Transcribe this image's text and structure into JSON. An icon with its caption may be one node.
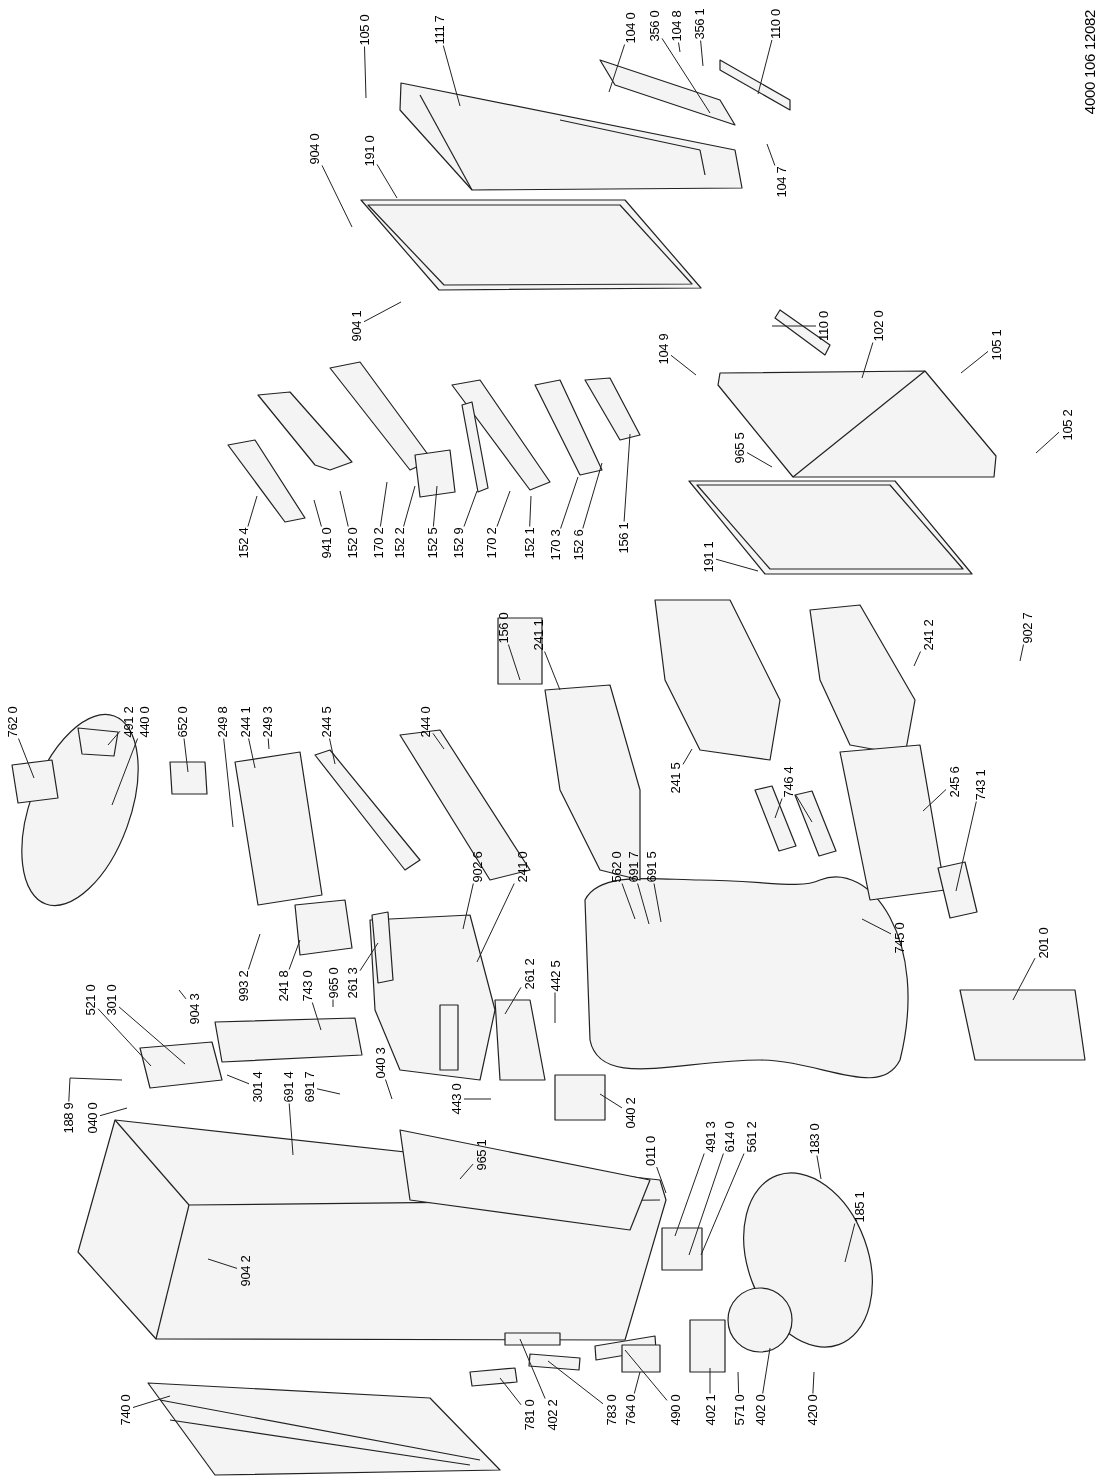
{
  "diagram": {
    "nodes": [
      {
        "text": [
          "105 0"
        ]
      },
      {
        "text": [
          "111 7"
        ]
      },
      {
        "text": [
          "104 0"
        ]
      },
      {
        "text": [
          "356 0"
        ]
      },
      {
        "text": [
          "104 8"
        ]
      },
      {
        "text": [
          "356 1"
        ]
      },
      {
        "text": [
          "110 0"
        ]
      },
      {
        "text": [
          "104 7"
        ]
      },
      {
        "text": [
          "904 0"
        ]
      },
      {
        "text": [
          "191 0"
        ]
      },
      {
        "text": [
          "904 1"
        ]
      },
      {
        "text": [
          "110 0"
        ]
      },
      {
        "text": [
          "102 0"
        ]
      },
      {
        "text": [
          "104 9"
        ]
      },
      {
        "text": [
          "105 1"
        ]
      },
      {
        "text": [
          "965 5"
        ]
      },
      {
        "text": [
          "105 2"
        ]
      },
      {
        "text": [
          "152 4"
        ]
      },
      {
        "text": [
          "941 0"
        ]
      },
      {
        "text": [
          "152 0"
        ]
      },
      {
        "text": [
          "170 2"
        ]
      },
      {
        "text": [
          "152 2"
        ]
      },
      {
        "text": [
          "152 5"
        ]
      },
      {
        "text": [
          "152 9"
        ]
      },
      {
        "text": [
          "170 2"
        ]
      },
      {
        "text": [
          "152 1"
        ]
      },
      {
        "text": [
          "170 3"
        ]
      },
      {
        "text": [
          "152 6"
        ]
      },
      {
        "text": [
          "156 1"
        ]
      },
      {
        "text": [
          "191 1"
        ]
      },
      {
        "text": [
          "762 0"
        ]
      },
      {
        "text": [
          "491 2"
        ]
      },
      {
        "text": [
          "440 0"
        ]
      },
      {
        "text": [
          "652 0"
        ]
      },
      {
        "text": [
          "249 8"
        ]
      },
      {
        "text": [
          "244 1"
        ]
      },
      {
        "text": [
          "249 3"
        ]
      },
      {
        "text": [
          "244 5"
        ]
      },
      {
        "text": [
          "244 0"
        ]
      },
      {
        "text": [
          "156 0"
        ]
      },
      {
        "text": [
          "241 1"
        ]
      },
      {
        "text": [
          "241 2"
        ]
      },
      {
        "text": [
          "902 7"
        ]
      },
      {
        "text": [
          "241 5"
        ]
      },
      {
        "text": [
          "746 4"
        ]
      },
      {
        "text": [
          "245 6"
        ]
      },
      {
        "text": [
          "743 1"
        ]
      },
      {
        "text": [
          "902 6"
        ]
      },
      {
        "text": [
          "241 0"
        ]
      },
      {
        "text": [
          "562 0"
        ]
      },
      {
        "text": [
          "691 7"
        ]
      },
      {
        "text": [
          "691 5"
        ]
      },
      {
        "text": [
          "745 0"
        ]
      },
      {
        "text": [
          "201 0"
        ]
      },
      {
        "text": [
          "442 5"
        ]
      },
      {
        "text": [
          "993 2"
        ]
      },
      {
        "text": [
          "241 8"
        ]
      },
      {
        "text": [
          "743 0"
        ]
      },
      {
        "text": [
          "965 0"
        ]
      },
      {
        "text": [
          "261 3"
        ]
      },
      {
        "text": [
          "261 2"
        ]
      },
      {
        "text": [
          "521 0"
        ]
      },
      {
        "text": [
          "301 0"
        ]
      },
      {
        "text": [
          "904 3"
        ]
      },
      {
        "text": [
          "301 4"
        ]
      },
      {
        "text": [
          "691 4"
        ]
      },
      {
        "text": [
          "691 7"
        ]
      },
      {
        "text": [
          "040 3"
        ]
      },
      {
        "text": [
          "443 0"
        ]
      },
      {
        "text": [
          "188 9"
        ]
      },
      {
        "text": [
          "040 0"
        ]
      },
      {
        "text": [
          "040 2"
        ]
      },
      {
        "text": [
          "011 0"
        ]
      },
      {
        "text": [
          "491 3"
        ]
      },
      {
        "text": [
          "614 0"
        ]
      },
      {
        "text": [
          "561 2"
        ]
      },
      {
        "text": [
          "183 0"
        ]
      },
      {
        "text": [
          "965 1"
        ]
      },
      {
        "text": [
          "185 1"
        ]
      },
      {
        "text": [
          "904 2"
        ]
      },
      {
        "text": [
          "740 0"
        ]
      },
      {
        "text": [
          "781 0"
        ]
      },
      {
        "text": [
          "402 2"
        ]
      },
      {
        "text": [
          "783 0"
        ]
      },
      {
        "text": [
          "764 0"
        ]
      },
      {
        "text": [
          "490 0"
        ]
      },
      {
        "text": [
          "402 1"
        ]
      },
      {
        "text": [
          "571 0"
        ]
      },
      {
        "text": [
          "402 0"
        ]
      },
      {
        "text": [
          "420 0"
        ]
      }
    ],
    "edges": [
      {
        "from": 0,
        "to": null,
        "arrow": "none"
      },
      {
        "from": 1,
        "to": null,
        "arrow": "none"
      },
      {
        "from": 2,
        "to": null,
        "arrow": "none"
      },
      {
        "from": 3,
        "to": null,
        "arrow": "none"
      },
      {
        "from": 4,
        "to": null,
        "arrow": "none"
      },
      {
        "from": 5,
        "to": null,
        "arrow": "none"
      },
      {
        "from": 6,
        "to": null,
        "arrow": "none"
      },
      {
        "from": 7,
        "to": null,
        "arrow": "none"
      },
      {
        "from": 8,
        "to": null,
        "arrow": "none"
      },
      {
        "from": 9,
        "to": null,
        "arrow": "none"
      },
      {
        "from": 10,
        "to": null,
        "arrow": "none"
      },
      {
        "from": 11,
        "to": null,
        "arrow": "none"
      },
      {
        "from": 12,
        "to": null,
        "arrow": "none"
      },
      {
        "from": 13,
        "to": null,
        "arrow": "none"
      },
      {
        "from": 14,
        "to": null,
        "arrow": "none"
      },
      {
        "from": 15,
        "to": null,
        "arrow": "none"
      },
      {
        "from": 16,
        "to": null,
        "arrow": "none"
      },
      {
        "from": 17,
        "to": null,
        "arrow": "none"
      },
      {
        "from": 18,
        "to": null,
        "arrow": "none"
      },
      {
        "from": 19,
        "to": null,
        "arrow": "none"
      },
      {
        "from": 20,
        "to": null,
        "arrow": "none"
      },
      {
        "from": 21,
        "to": null,
        "arrow": "none"
      },
      {
        "from": 22,
        "to": null,
        "arrow": "none"
      },
      {
        "from": 23,
        "to": null,
        "arrow": "none"
      },
      {
        "from": 24,
        "to": null,
        "arrow": "none"
      },
      {
        "from": 25,
        "to": null,
        "arrow": "none"
      },
      {
        "from": 26,
        "to": null,
        "arrow": "none"
      },
      {
        "from": 27,
        "to": null,
        "arrow": "none"
      },
      {
        "from": 28,
        "to": null,
        "arrow": "none"
      },
      {
        "from": 29,
        "to": null,
        "arrow": "none"
      },
      {
        "from": 30,
        "to": null,
        "arrow": "none"
      },
      {
        "from": 31,
        "to": null,
        "arrow": "none"
      },
      {
        "from": 32,
        "to": null,
        "arrow": "none"
      },
      {
        "from": 33,
        "to": null,
        "arrow": "none"
      },
      {
        "from": 34,
        "to": null,
        "arrow": "none"
      },
      {
        "from": 35,
        "to": null,
        "arrow": "none"
      },
      {
        "from": 36,
        "to": null,
        "arrow": "none"
      },
      {
        "from": 37,
        "to": null,
        "arrow": "none"
      },
      {
        "from": 38,
        "to": null,
        "arrow": "none"
      },
      {
        "from": 39,
        "to": null,
        "arrow": "none"
      },
      {
        "from": 40,
        "to": null,
        "arrow": "none"
      },
      {
        "from": 41,
        "to": null,
        "arrow": "none"
      },
      {
        "from": 42,
        "to": null,
        "arrow": "none"
      },
      {
        "from": 43,
        "to": null,
        "arrow": "none"
      },
      {
        "from": 44,
        "to": null,
        "arrow": "none"
      },
      {
        "from": 44,
        "to": null,
        "arrow": "none"
      },
      {
        "from": 45,
        "to": null,
        "arrow": "none"
      },
      {
        "from": 46,
        "to": null,
        "arrow": "none"
      },
      {
        "from": 47,
        "to": null,
        "arrow": "none"
      },
      {
        "from": 48,
        "to": null,
        "arrow": "none"
      },
      {
        "from": 49,
        "to": null,
        "arrow": "none"
      },
      {
        "from": 50,
        "to": null,
        "arrow": "none"
      },
      {
        "from": 51,
        "to": null,
        "arrow": "none"
      },
      {
        "from": 52,
        "to": null,
        "arrow": "none"
      },
      {
        "from": 53,
        "to": null,
        "arrow": "none"
      },
      {
        "from": 54,
        "to": null,
        "arrow": "none"
      },
      {
        "from": 55,
        "to": null,
        "arrow": "none"
      },
      {
        "from": 56,
        "to": null,
        "arrow": "none"
      },
      {
        "from": 57,
        "to": null,
        "arrow": "none"
      },
      {
        "from": 58,
        "to": null,
        "arrow": "none"
      },
      {
        "from": 59,
        "to": null,
        "arrow": "none"
      },
      {
        "from": 60,
        "to": null,
        "arrow": "none"
      },
      {
        "from": 61,
        "to": null,
        "arrow": "none"
      },
      {
        "from": 62,
        "to": null,
        "arrow": "none"
      },
      {
        "from": 63,
        "to": null,
        "arrow": "none"
      },
      {
        "from": 64,
        "to": null,
        "arrow": "none"
      },
      {
        "from": 65,
        "to": null,
        "arrow": "none"
      },
      {
        "from": 66,
        "to": null,
        "arrow": "none"
      },
      {
        "from": 67,
        "to": null,
        "arrow": "none"
      },
      {
        "from": 68,
        "to": null,
        "arrow": "none"
      },
      {
        "from": 69,
        "to": null,
        "arrow": "none"
      },
      {
        "from": 70,
        "to": null,
        "arrow": "none"
      },
      {
        "from": 71,
        "to": null,
        "arrow": "none"
      },
      {
        "from": 72,
        "to": null,
        "arrow": "none"
      },
      {
        "from": 73,
        "to": null,
        "arrow": "none"
      },
      {
        "from": 74,
        "to": null,
        "arrow": "none"
      },
      {
        "from": 75,
        "to": null,
        "arrow": "none"
      },
      {
        "from": 76,
        "to": null,
        "arrow": "none"
      },
      {
        "from": 77,
        "to": null,
        "arrow": "none"
      },
      {
        "from": 78,
        "to": null,
        "arrow": "none"
      },
      {
        "from": 79,
        "to": null,
        "arrow": "none"
      },
      {
        "from": 80,
        "to": null,
        "arrow": "none"
      },
      {
        "from": 81,
        "to": null,
        "arrow": "none"
      },
      {
        "from": 82,
        "to": null,
        "arrow": "none"
      },
      {
        "from": 83,
        "to": null,
        "arrow": "none"
      },
      {
        "from": 84,
        "to": null,
        "arrow": "none"
      },
      {
        "from": 85,
        "to": null,
        "arrow": "none"
      },
      {
        "from": 86,
        "to": null,
        "arrow": "none"
      },
      {
        "from": 87,
        "to": null,
        "arrow": "none"
      },
      {
        "from": 88,
        "to": null,
        "arrow": "none"
      },
      {
        "from": 89,
        "to": null,
        "arrow": "none"
      }
    ],
    "labels": [
      "4000 106 12082"
    ]
  }
}
